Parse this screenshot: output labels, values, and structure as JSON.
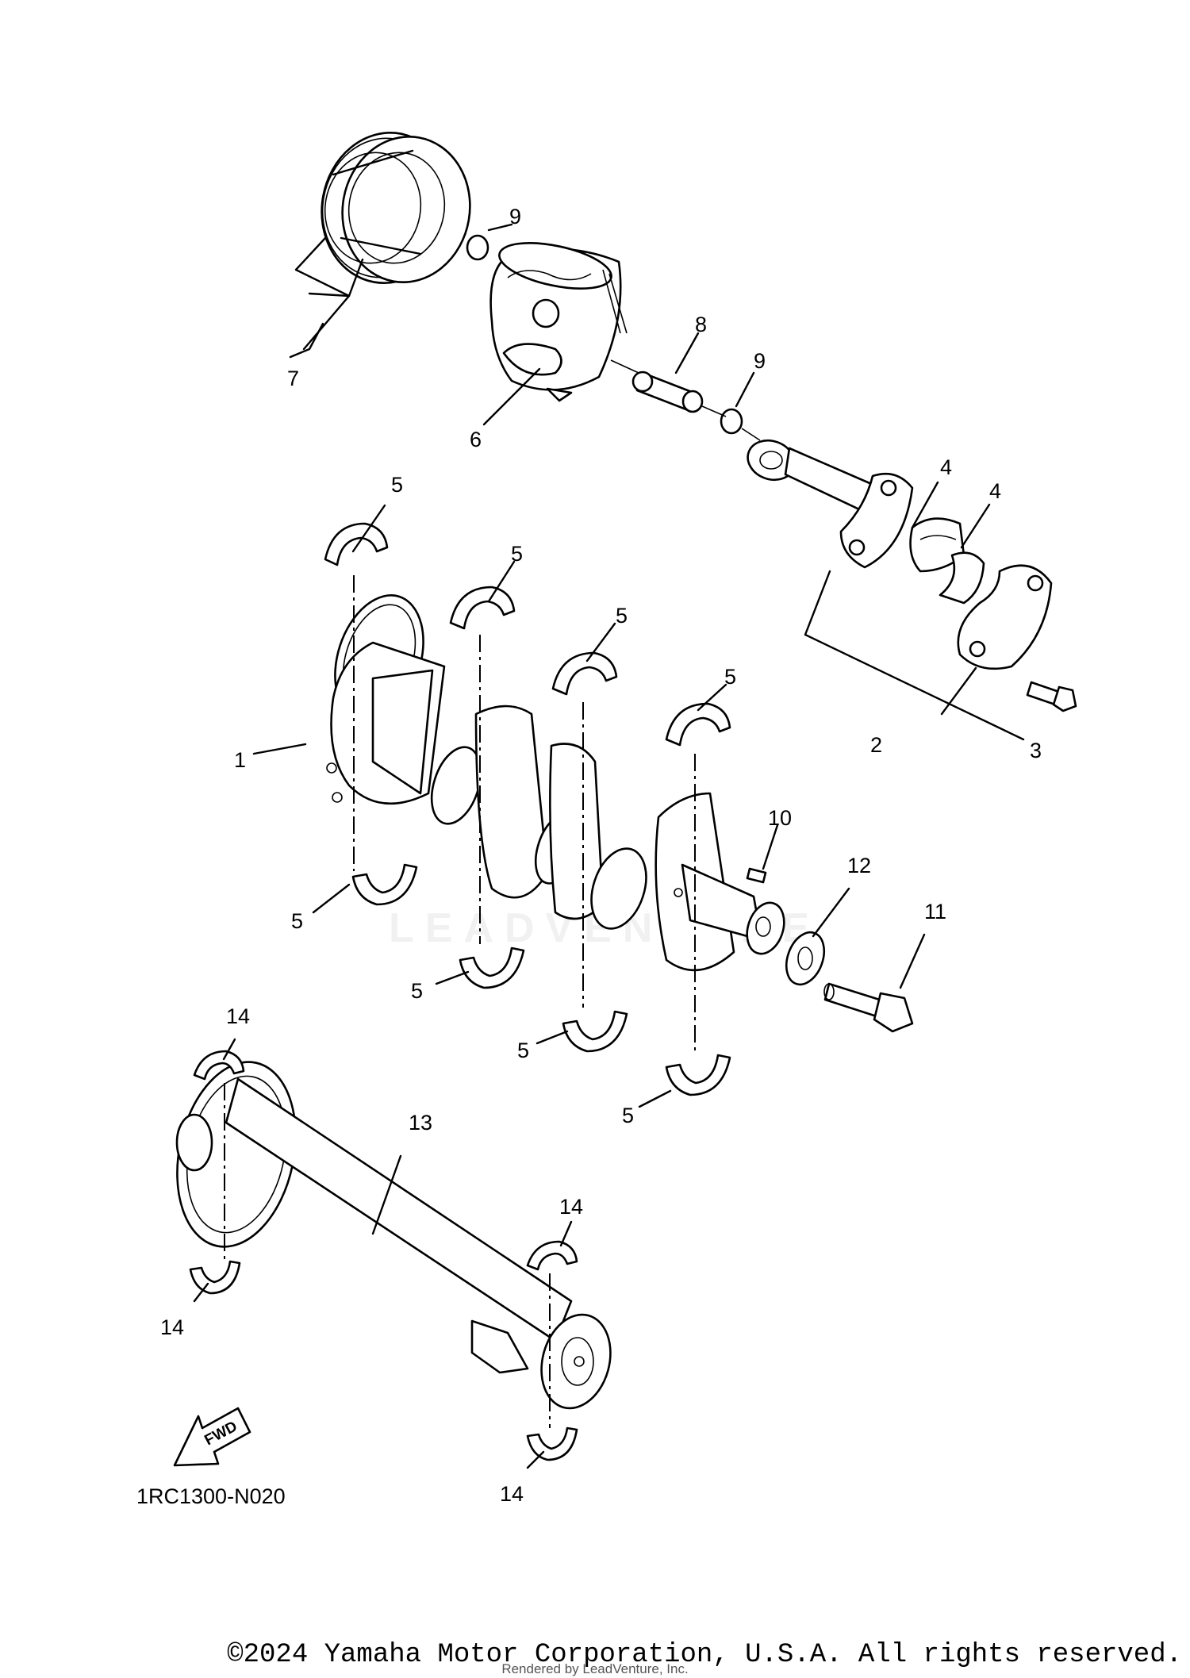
{
  "diagram": {
    "labels": {
      "l1": "1",
      "l2": "2",
      "l3": "3",
      "l4a": "4",
      "l4b": "4",
      "l5a": "5",
      "l5b": "5",
      "l5c": "5",
      "l5d": "5",
      "l5e": "5",
      "l5f": "5",
      "l5g": "5",
      "l5h": "5",
      "l6": "6",
      "l7": "7",
      "l8": "8",
      "l9a": "9",
      "l9b": "9",
      "l10": "10",
      "l11": "11",
      "l12": "12",
      "l13": "13",
      "l14a": "14",
      "l14b": "14",
      "l14c": "14",
      "l14d": "14"
    },
    "fwd_label": "FWD",
    "diagram_code": "1RC1300-N020"
  },
  "watermark": "LEADVENTURE",
  "footer": {
    "copyright": "©2024 Yamaha Motor Corporation, U.S.A. All rights reserved.",
    "rendered_by": "Rendered by LeadVenture, Inc."
  }
}
